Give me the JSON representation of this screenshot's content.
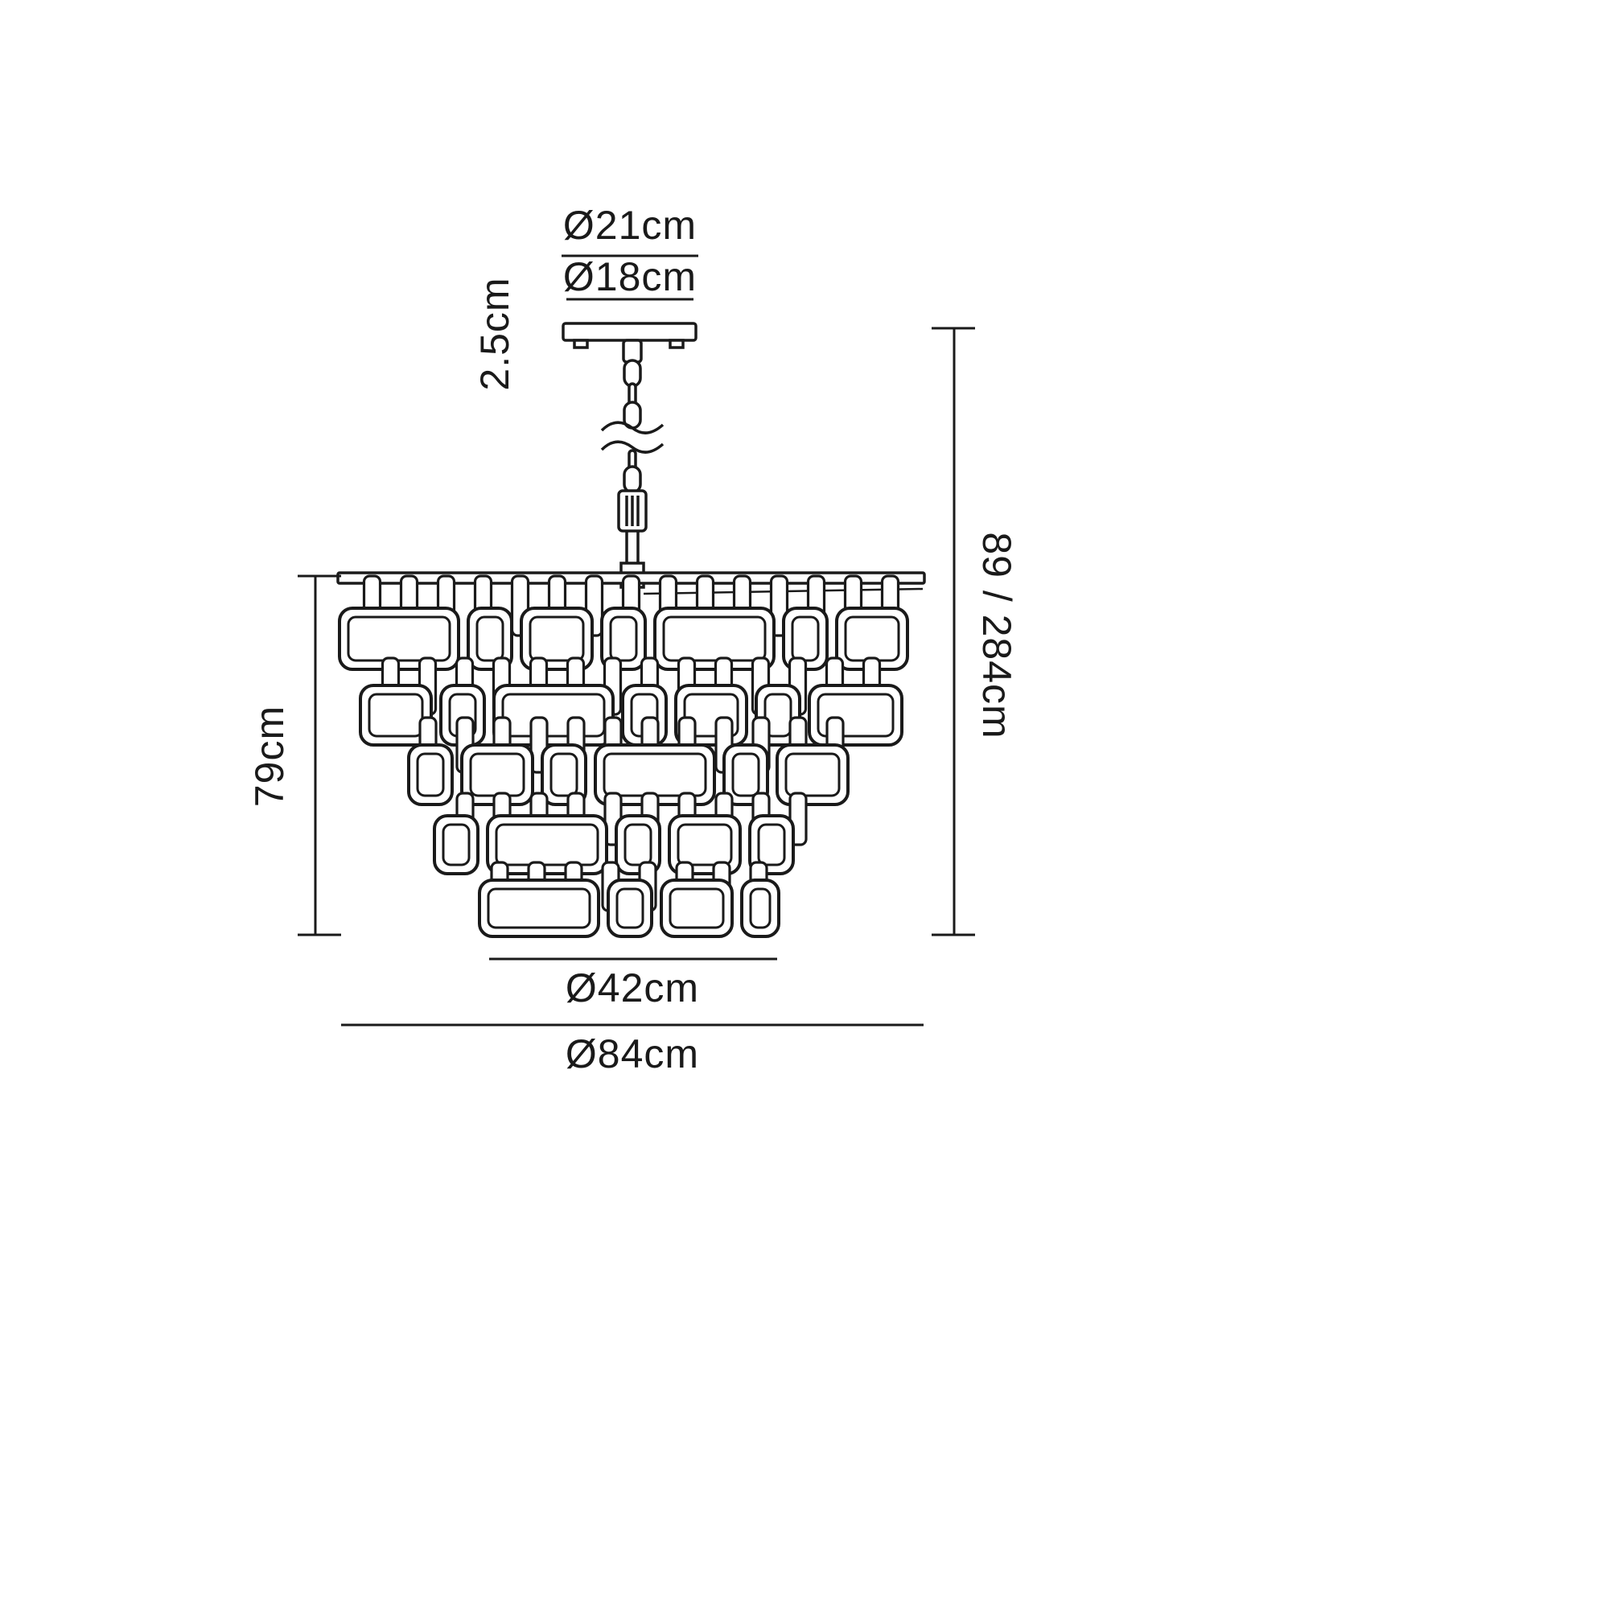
{
  "diagram": {
    "type": "dimension-drawing",
    "subject": "tiered chandelier pendant light technical dimension diagram",
    "labels": {
      "canopy_outer_diameter": "Ø21cm",
      "canopy_inner_diameter": "Ø18cm",
      "canopy_height": "2.5cm",
      "overall_height_range": "89 / 284cm",
      "body_height": "79cm",
      "lower_tier_diameter": "Ø42cm",
      "overall_diameter": "Ø84cm"
    },
    "colors": {
      "line": "#1a1a1a",
      "background": "#ffffff"
    }
  }
}
